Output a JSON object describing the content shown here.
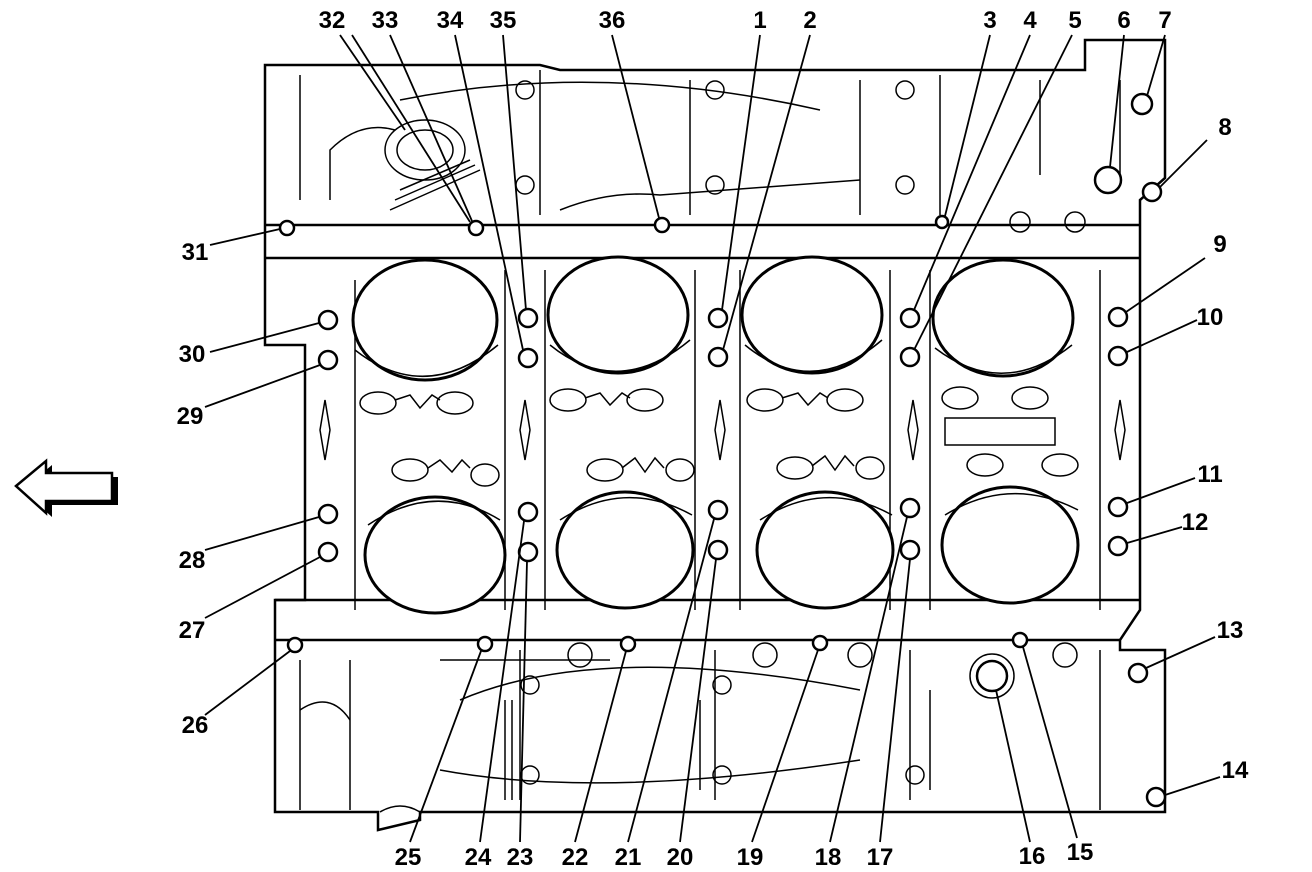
{
  "callouts": [
    {
      "id": "1",
      "text": "1"
    },
    {
      "id": "2",
      "text": "2"
    },
    {
      "id": "3",
      "text": "3"
    },
    {
      "id": "4",
      "text": "4"
    },
    {
      "id": "5",
      "text": "5"
    },
    {
      "id": "6",
      "text": "6"
    },
    {
      "id": "7",
      "text": "7"
    },
    {
      "id": "8",
      "text": "8"
    },
    {
      "id": "9",
      "text": "9"
    },
    {
      "id": "10",
      "text": "10"
    },
    {
      "id": "11",
      "text": "11"
    },
    {
      "id": "12",
      "text": "12"
    },
    {
      "id": "13",
      "text": "13"
    },
    {
      "id": "14",
      "text": "14"
    },
    {
      "id": "15",
      "text": "15"
    },
    {
      "id": "16",
      "text": "16"
    },
    {
      "id": "17",
      "text": "17"
    },
    {
      "id": "18",
      "text": "18"
    },
    {
      "id": "19",
      "text": "19"
    },
    {
      "id": "20",
      "text": "20"
    },
    {
      "id": "21",
      "text": "21"
    },
    {
      "id": "22",
      "text": "22"
    },
    {
      "id": "23",
      "text": "23"
    },
    {
      "id": "24",
      "text": "24"
    },
    {
      "id": "25",
      "text": "25"
    },
    {
      "id": "26",
      "text": "26"
    },
    {
      "id": "27",
      "text": "27"
    },
    {
      "id": "28",
      "text": "28"
    },
    {
      "id": "29",
      "text": "29"
    },
    {
      "id": "30",
      "text": "30"
    },
    {
      "id": "31",
      "text": "31"
    },
    {
      "id": "32",
      "text": "32"
    },
    {
      "id": "33",
      "text": "33"
    },
    {
      "id": "34",
      "text": "34"
    },
    {
      "id": "35",
      "text": "35"
    },
    {
      "id": "36",
      "text": "36"
    }
  ],
  "direction_arrow": "arrow-left-icon",
  "colors": {
    "line": "#000000",
    "background": "#ffffff"
  }
}
